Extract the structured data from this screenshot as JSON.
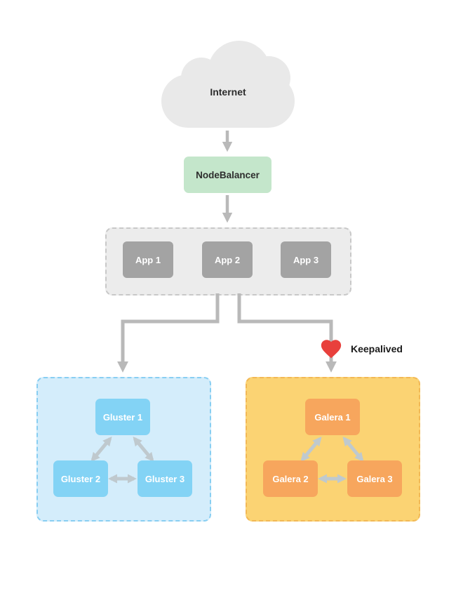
{
  "diagram": {
    "internet": {
      "label": "Internet"
    },
    "nodebalancer": {
      "label": "NodeBalancer"
    },
    "app_cluster": {
      "nodes": [
        {
          "label": "App 1"
        },
        {
          "label": "App 2"
        },
        {
          "label": "App 3"
        }
      ]
    },
    "keepalived": {
      "label": "Keepalived"
    },
    "gluster_cluster": {
      "nodes": [
        {
          "label": "Gluster 1"
        },
        {
          "label": "Gluster 2"
        },
        {
          "label": "Gluster 3"
        }
      ]
    },
    "galera_cluster": {
      "nodes": [
        {
          "label": "Galera 1"
        },
        {
          "label": "Galera 2"
        },
        {
          "label": "Galera 3"
        }
      ]
    }
  },
  "colors": {
    "cloud": "#e9e9e9",
    "label_text": "#2d2d2d",
    "keepalived_text": "#1a1a1a",
    "node_text": "#ffffff",
    "nodebalancer_bg": "#c4e6cb",
    "app_container_bg": "#ececec",
    "app_container_border": "#c8c8c8",
    "app_node_bg": "#a3a3a3",
    "gluster_container_bg": "#d4edfb",
    "gluster_container_border": "#88cef2",
    "gluster_node_bg": "#83d3f5",
    "galera_container_bg": "#fbd373",
    "galera_container_border": "#f2b855",
    "galera_node_bg": "#f7a65d",
    "arrow": "#b9b9b9",
    "arrow_tri": "#bfc9ce",
    "heart": "#e8403c"
  }
}
